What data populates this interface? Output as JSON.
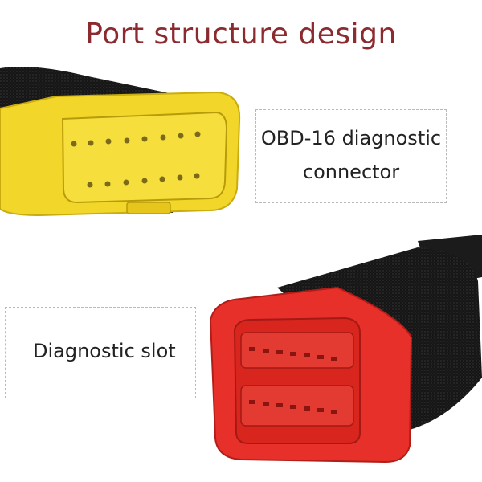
{
  "title": "Port structure design",
  "labels": {
    "connector_line1": "OBD-16 diagnostic",
    "connector_line2": "connector",
    "slot": "Diagnostic slot"
  },
  "colors": {
    "title": "#8b2b2f",
    "male_connector": "#f2d62a",
    "female_connector": "#e8302a",
    "cable": "#151515"
  }
}
